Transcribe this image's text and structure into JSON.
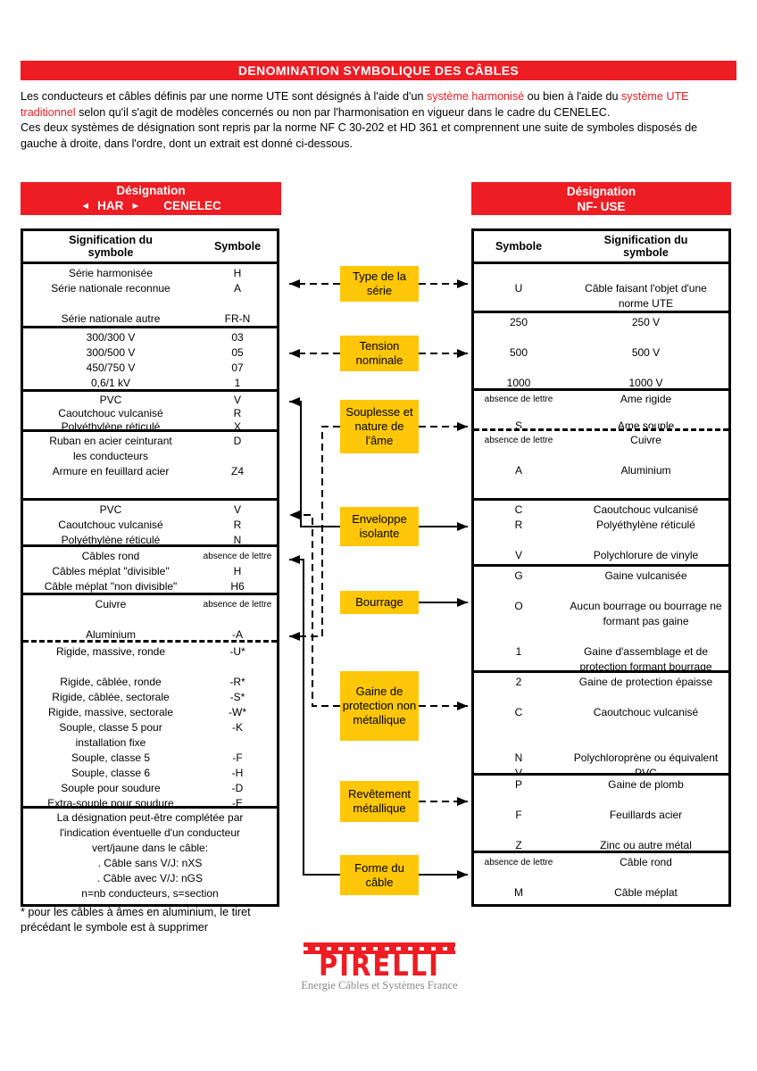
{
  "title": "DENOMINATION SYMBOLIQUE DES CÂBLES",
  "intro": {
    "p1_segments": [
      {
        "t": "Les conducteurs et câbles définis par une norme UTE sont désignés à l'aide d'un ",
        "red": false
      },
      {
        "t": "système harmonisé",
        "red": true
      },
      {
        "t": " ou bien à l'aide du ",
        "red": false
      },
      {
        "t": "système UTE traditionnel",
        "red": true
      },
      {
        "t": " selon qu'il s'agit de modèles concernés ou non par l'harmonisation en vigueur dans le cadre du CENELEC.",
        "red": false
      }
    ],
    "p2": "Ces deux systèmes de désignation sont repris par la norme NF C 30-202 et HD 361 et comprennent une suite de symboles disposés de gauche à droite, dans l'ordre, dont un extrait est donné ci-dessous."
  },
  "icons": {
    "har_left": "◄",
    "har_right": "►"
  },
  "left_header": {
    "line1": "Désignation",
    "har": "HAR",
    "cenelec": "CENELEC"
  },
  "right_header": {
    "line1": "Désignation",
    "line2": "NF- USE"
  },
  "left_table": {
    "col_signification": "Signification du\nsymbole",
    "col_symbole": "Symbole",
    "sections": [
      {
        "rows": [
          [
            "Série harmonisée",
            "H"
          ],
          [
            "Série nationale reconnue",
            "A"
          ],
          [
            "",
            ""
          ],
          [
            "Série nationale autre",
            "FR-N"
          ]
        ]
      },
      {
        "rows": [
          [
            "300/300 V",
            "03"
          ],
          [
            "300/500 V",
            "05"
          ],
          [
            "450/750 V",
            "07"
          ],
          [
            "0,6/1 kV",
            "1"
          ]
        ]
      },
      {
        "rows": [
          [
            "PVC",
            "V"
          ],
          [
            "Caoutchouc vulcanisé",
            "R"
          ],
          [
            "Polyéthylène réticulé",
            "X"
          ]
        ]
      },
      {
        "rows": [
          [
            "Ruban en acier ceinturant",
            "D"
          ],
          [
            "les conducteurs",
            ""
          ],
          [
            "Armure en feuillard acier",
            "Z4"
          ]
        ]
      },
      {
        "rows": [
          [
            "PVC",
            "V"
          ],
          [
            "Caoutchouc vulcanisé",
            "R"
          ],
          [
            "Polyéthylène réticulé",
            "N"
          ]
        ]
      },
      {
        "rows": [
          [
            "Câbles rond",
            "absence de lettre"
          ],
          [
            "Câbles méplat \"divisible\"",
            "H"
          ],
          [
            "Câble méplat \"non divisible\"",
            "H6"
          ]
        ]
      },
      {
        "rows": [
          [
            "Cuivre",
            "absence de lettre"
          ],
          [
            "",
            ""
          ],
          [
            "Aluminium",
            "-A"
          ]
        ]
      },
      {
        "rows": [
          [
            "Rigide, massive, ronde",
            "-U*"
          ],
          [
            "",
            ""
          ],
          [
            "Rigide, câblée, ronde",
            "-R*"
          ],
          [
            "Rigide, câblée, sectorale",
            "-S*"
          ],
          [
            "Rigide, massive, sectorale",
            "-W*"
          ],
          [
            "Souple, classe 5 pour",
            "-K"
          ],
          [
            "installation fixe",
            ""
          ],
          [
            "Souple, classe 5",
            "-F"
          ],
          [
            "Souple, classe 6",
            "-H"
          ],
          [
            "Souple pour soudure",
            "-D"
          ],
          [
            "Extra-souple pour soudure",
            "-E"
          ]
        ]
      },
      {
        "rows": [
          [
            "La désignation peut-être complétée par"
          ],
          [
            "l'indication éventuelle d'un conducteur"
          ],
          [
            "vert/jaune dans le câble:"
          ],
          [
            ". Câble sans V/J: nXS"
          ],
          [
            ". Câble avec V/J: nGS"
          ],
          [
            "n=nb conducteurs, s=section"
          ]
        ]
      }
    ]
  },
  "right_table": {
    "col_symbole": "Symbole",
    "col_signification": "Signification du\nsymbole",
    "sections": [
      {
        "rows": [
          [
            "",
            ""
          ],
          [
            "U",
            "Câble faisant l'objet d'une"
          ],
          [
            "",
            "norme UTE"
          ]
        ]
      },
      {
        "rows": [
          [
            "250",
            "250 V"
          ],
          [
            "",
            ""
          ],
          [
            "500",
            "500 V"
          ],
          [
            "",
            ""
          ],
          [
            "1000",
            "1000 V"
          ]
        ]
      },
      {
        "rows": [
          [
            "absence de lettre",
            "Ame rigide"
          ],
          [
            "",
            ""
          ],
          [
            "S",
            "Ame souple"
          ]
        ]
      },
      {
        "rows": [
          [
            "absence de lettre",
            "Cuivre"
          ],
          [
            "",
            ""
          ],
          [
            "A",
            "Aluminium"
          ],
          [
            "",
            ""
          ]
        ]
      },
      {
        "rows": [
          [
            "C",
            "Caoutchouc vulcanisé"
          ],
          [
            "R",
            "Polyéthylène réticulé"
          ],
          [
            "",
            ""
          ],
          [
            "V",
            "Polychlorure de vinyle"
          ]
        ]
      },
      {
        "rows": [
          [
            "G",
            "Gaine vulcanisée"
          ],
          [
            "",
            ""
          ],
          [
            "O",
            "Aucun bourrage ou bourrage ne"
          ],
          [
            "",
            "formant pas gaine"
          ],
          [
            "",
            ""
          ],
          [
            "1",
            "Gaine d'assemblage et de"
          ],
          [
            "",
            "protection formant bourrage"
          ]
        ]
      },
      {
        "rows": [
          [
            "2",
            "Gaine de protection épaisse"
          ],
          [
            "",
            ""
          ],
          [
            "C",
            "Caoutchouc vulcanisé"
          ],
          [
            "",
            ""
          ],
          [
            "",
            ""
          ],
          [
            "N",
            "Polychloroprène ou équivalent"
          ],
          [
            "V",
            "PVC"
          ]
        ]
      },
      {
        "rows": [
          [
            "P",
            "Gaine de plomb"
          ],
          [
            "",
            ""
          ],
          [
            "F",
            "Feuillards acier"
          ],
          [
            "",
            ""
          ],
          [
            "Z",
            "Zinc ou autre métal"
          ]
        ]
      },
      {
        "rows": [
          [
            "absence de lettre",
            "Câble rond"
          ],
          [
            "",
            ""
          ],
          [
            "M",
            "Câble méplat"
          ]
        ]
      }
    ]
  },
  "boxes": [
    "Type de la série",
    "Tension nominale",
    "Souplesse et nature de l'âme",
    "Enveloppe isolante",
    "Bourrage",
    "Gaine de protection non métallique",
    "Revêtement métallique",
    "Forme du câble"
  ],
  "footnote_line1": "* pour les câbles à âmes en aluminium, le tiret",
  "footnote_line2": "précédant le symbole est à supprimer",
  "logo": {
    "brand": "PIRELLI",
    "caption": "Energie Câbles et Systèmes France"
  },
  "colors": {
    "red": "#ee1c23",
    "yellow": "#fdc608"
  }
}
